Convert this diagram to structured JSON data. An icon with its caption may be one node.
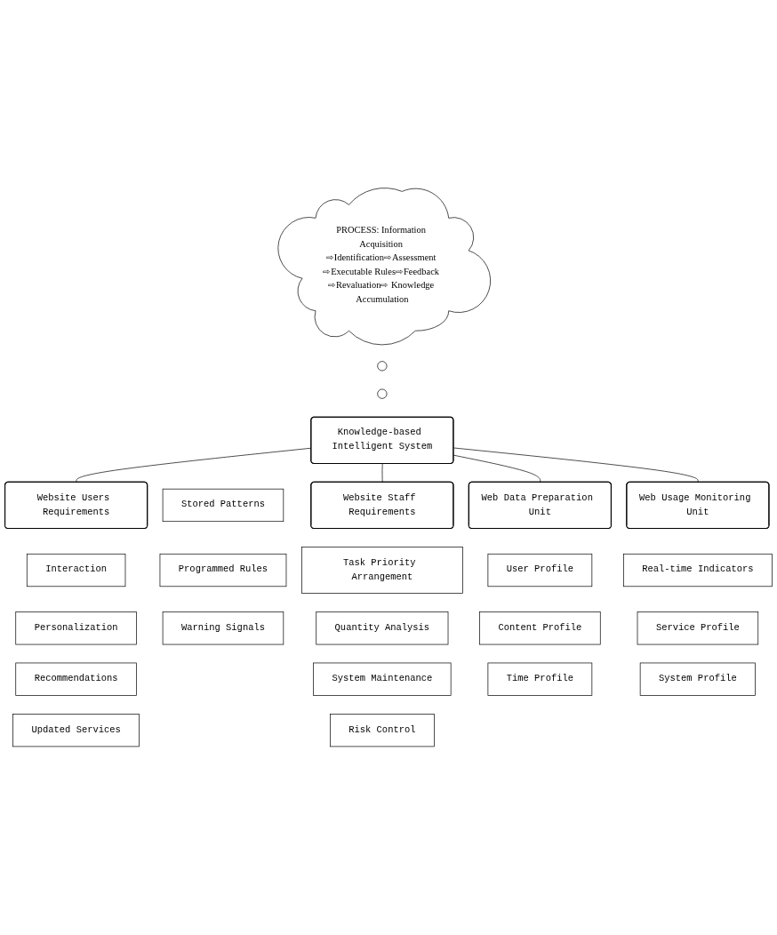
{
  "diagram": {
    "nodes": [
      {
        "text": [
          "PROCESS: Information Acquisition ⇨Identification⇨Assessment ⇨Executable Rules⇨Feedback ⇨Revaluation⇨ Knowledge Accumulation"
        ]
      },
      {
        "text": [],
        "shape": "circle"
      },
      {
        "text": [],
        "shape": "circle"
      },
      {
        "text": [
          "Website Users Requirements"
        ]
      },
      {
        "text": [
          "Knowledge-based Intelligent System"
        ]
      },
      {
        "text": [
          "Website Staff Requirements"
        ]
      },
      {
        "text": [
          "Interaction"
        ]
      },
      {
        "text": [
          "Personalization"
        ]
      },
      {
        "text": [
          "Recommendations"
        ]
      },
      {
        "text": [
          "Updated Services"
        ]
      },
      {
        "text": [
          "Stored Patterns"
        ]
      },
      {
        "text": [
          "Programmed Rules"
        ]
      },
      {
        "text": [
          "Warning Signals"
        ]
      },
      {
        "text": [
          "Task Priority Arrangement"
        ]
      },
      {
        "text": [
          "Quantity Analysis"
        ]
      },
      {
        "text": [
          "System Maintenance"
        ]
      },
      {
        "text": [
          "Risk Control"
        ]
      },
      {
        "text": [
          "Web Data Preparation Unit"
        ]
      },
      {
        "text": [
          "Web Usage Monitoring Unit"
        ]
      },
      {
        "text": [
          "User Profile"
        ]
      },
      {
        "text": [
          "Content Profile"
        ]
      },
      {
        "text": [
          "Time Profile"
        ]
      },
      {
        "text": [
          "Real-time Indicators"
        ]
      },
      {
        "text": [
          "Service Profile"
        ]
      },
      {
        "text": [
          "System Profile"
        ]
      }
    ],
    "edges": [
      {
        "from": 4,
        "to": 3,
        "arrow": "none"
      },
      {
        "from": 4,
        "to": 5,
        "arrow": "none"
      },
      {
        "from": 4,
        "to": 17,
        "arrow": "none"
      },
      {
        "from": 4,
        "to": 18,
        "arrow": "none"
      }
    ]
  }
}
